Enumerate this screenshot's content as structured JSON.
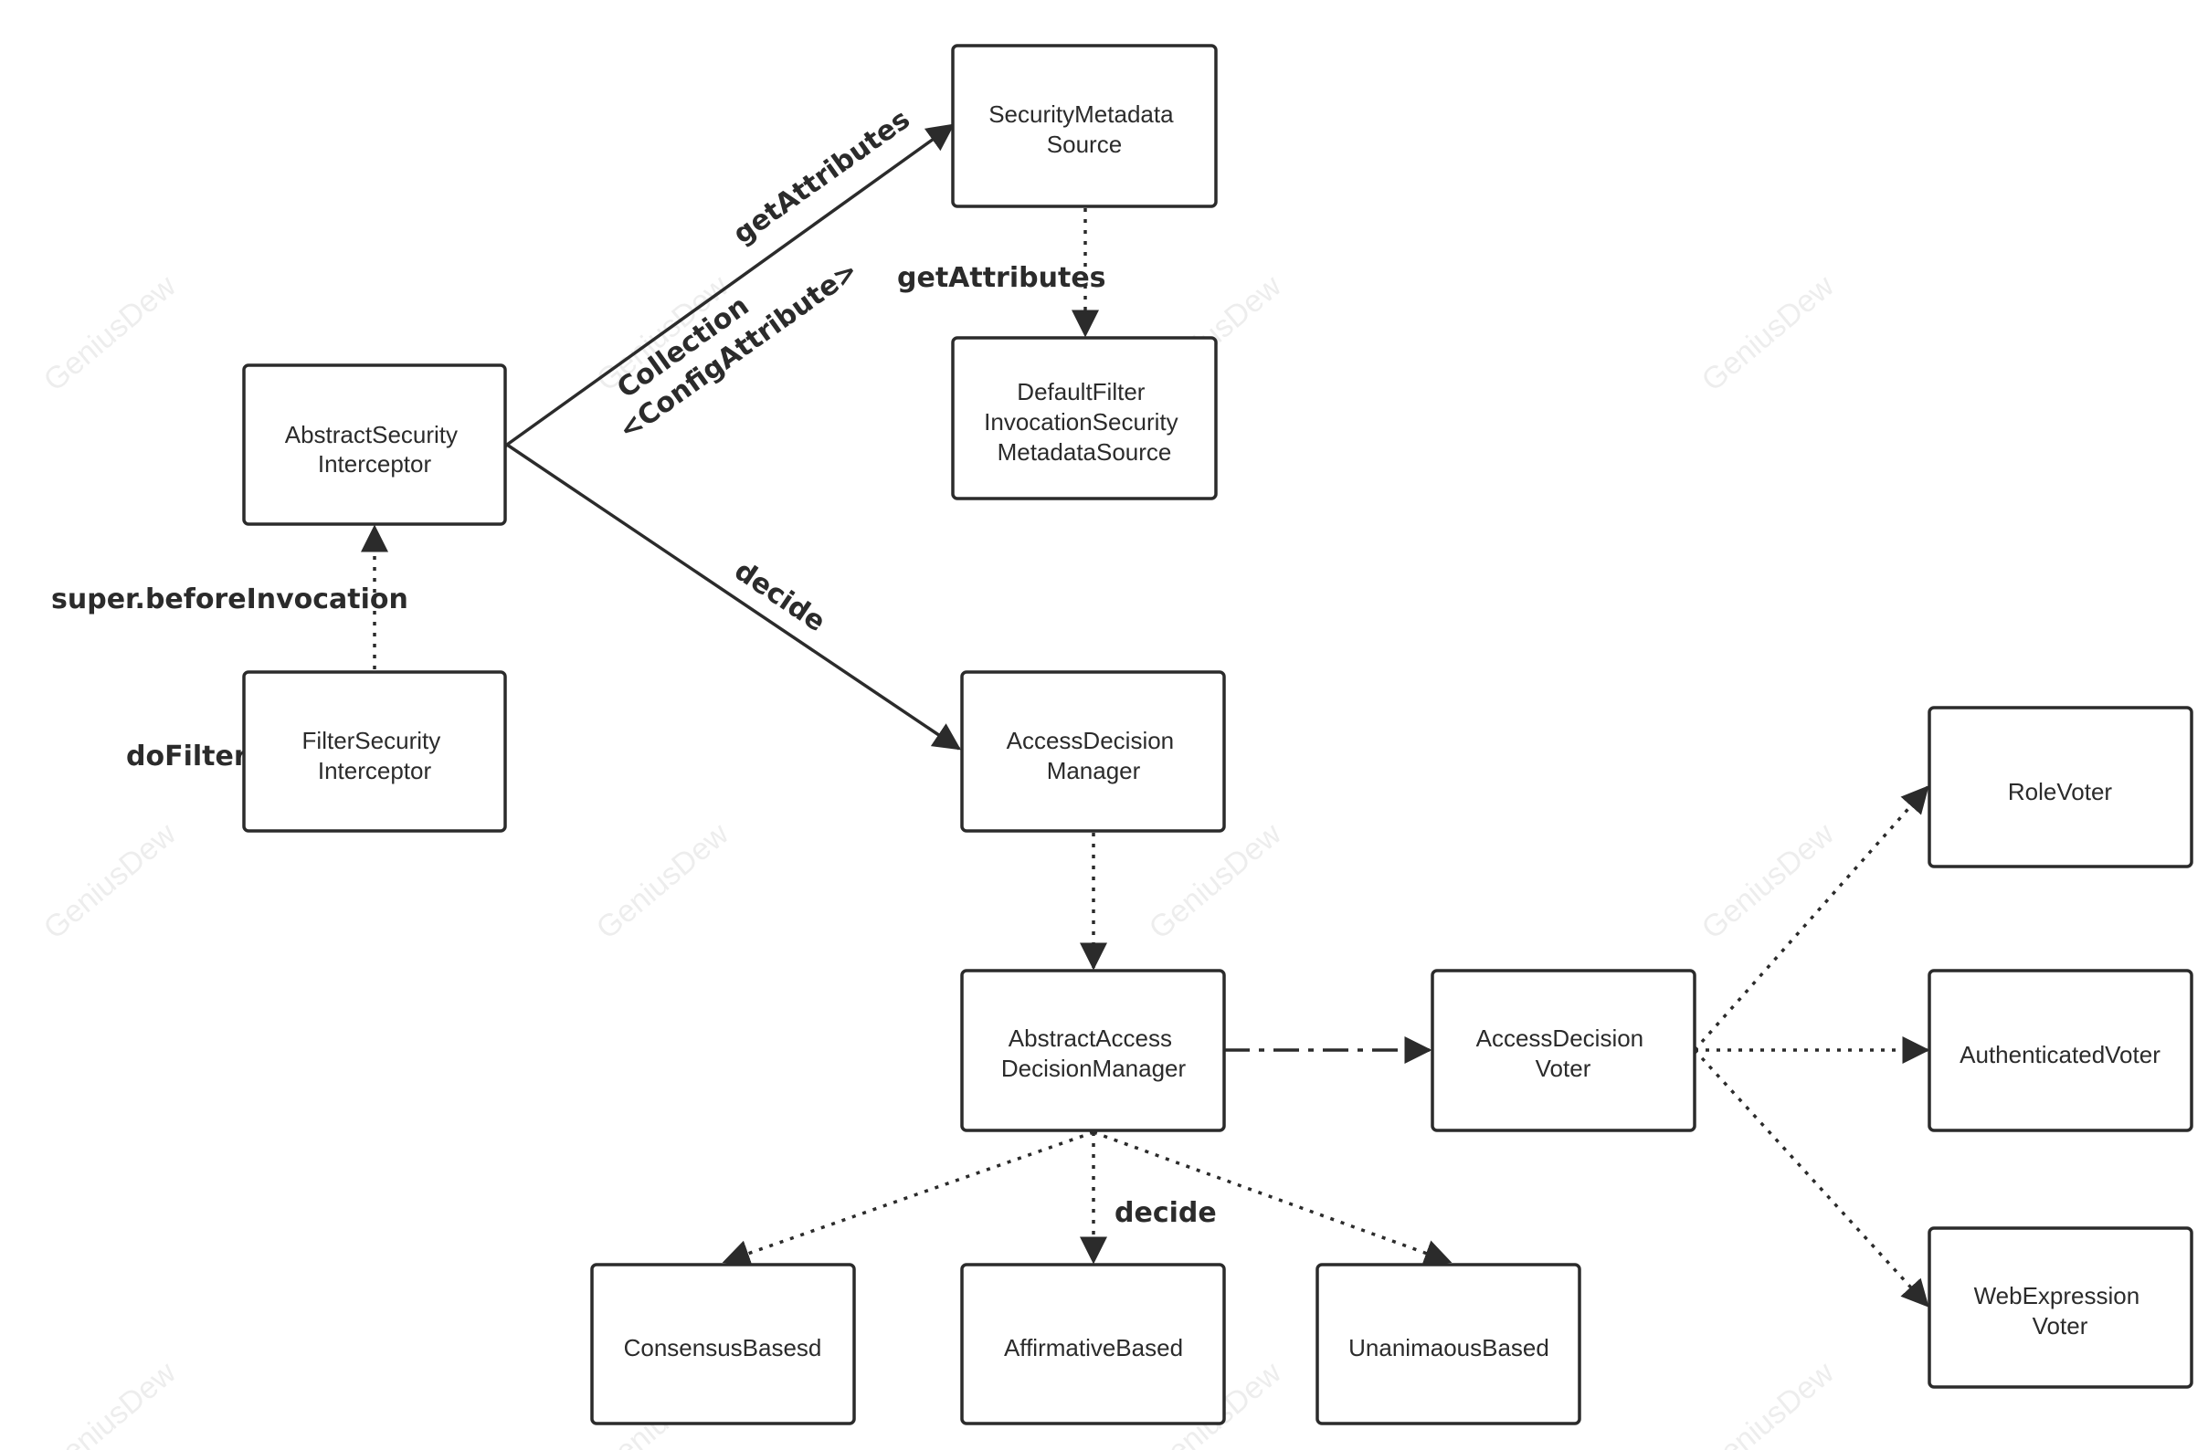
{
  "nodes": {
    "security_metadata_source": [
      "SecurityMetadata",
      "Source"
    ],
    "default_filter_invocation": [
      "DefaultFilter",
      "InvocationSecurity",
      "MetadataSource"
    ],
    "abstract_security_interceptor": [
      "AbstractSecurity",
      "Interceptor"
    ],
    "filter_security_interceptor": [
      "FilterSecurity",
      "Interceptor"
    ],
    "access_decision_manager": [
      "AccessDecision",
      "Manager"
    ],
    "abstract_access_decision_manager": [
      "AbstractAccess",
      "DecisionManager"
    ],
    "access_decision_voter": [
      "AccessDecision",
      "Voter"
    ],
    "role_voter": [
      "RoleVoter"
    ],
    "authenticated_voter": [
      "AuthenticatedVoter"
    ],
    "web_expression_voter": [
      "WebExpression",
      "Voter"
    ],
    "consensus_based": [
      "ConsensusBasesd"
    ],
    "affirmative_based": [
      "AffirmativeBased"
    ],
    "unanimous_based": [
      "UnanimaousBased"
    ]
  },
  "labels": {
    "get_attributes_diag": "getAttributes",
    "collection_line1": "Collection",
    "collection_line2": "<ConfigAttribute>",
    "get_attributes_vert": "getAttributes",
    "super_before_invocation": "super.beforeInvocation",
    "do_filter": "doFilter",
    "decide_diag": "decide",
    "decide_bottom": "decide"
  },
  "watermark": "GeniusDew"
}
